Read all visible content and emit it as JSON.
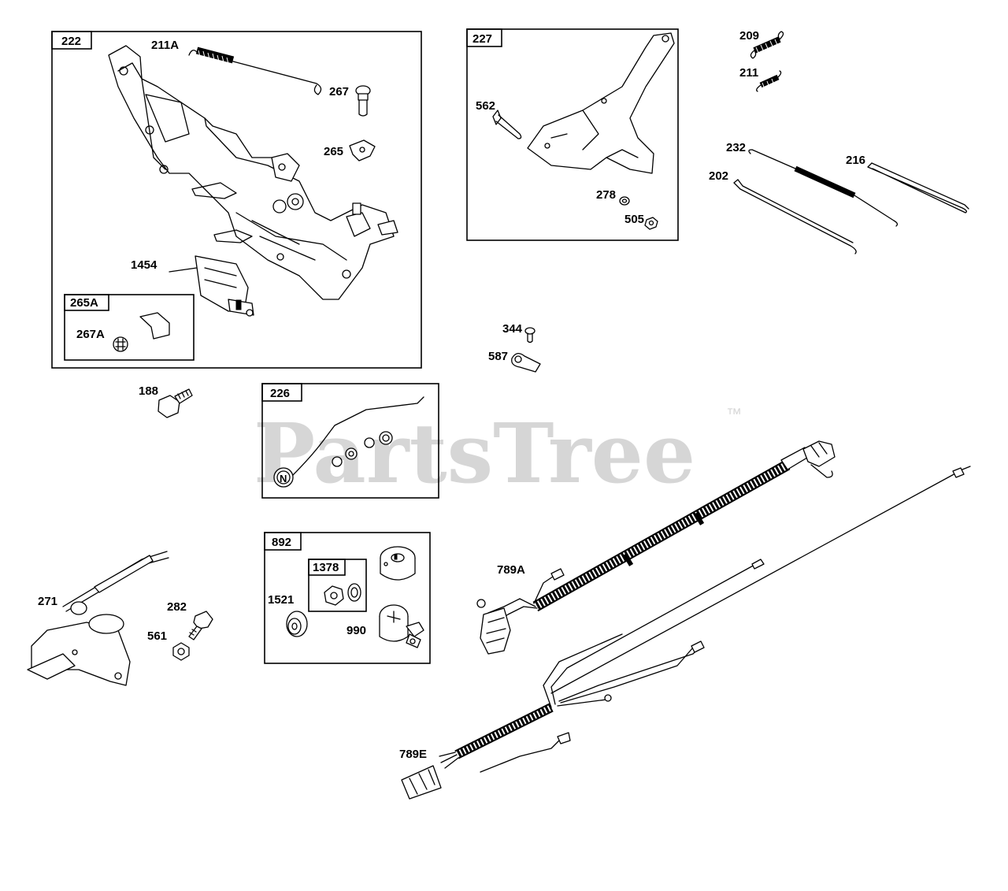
{
  "watermark": {
    "text": "PartsTree",
    "trademark": "™"
  },
  "boxes": {
    "b222": "222",
    "b227": "227",
    "b265A": "265A",
    "b226": "226",
    "b892": "892",
    "b1378": "1378"
  },
  "labels": {
    "l211A": "211A",
    "l267": "267",
    "l265": "265",
    "l1454": "1454",
    "l267A": "267A",
    "l562": "562",
    "l278": "278",
    "l505": "505",
    "l209": "209",
    "l211": "211",
    "l232": "232",
    "l216": "216",
    "l202": "202",
    "l344": "344",
    "l587": "587",
    "l188": "188",
    "l271": "271",
    "l282": "282",
    "l561": "561",
    "l1521": "1521",
    "l990": "990",
    "l789A": "789A",
    "l789E": "789E"
  }
}
